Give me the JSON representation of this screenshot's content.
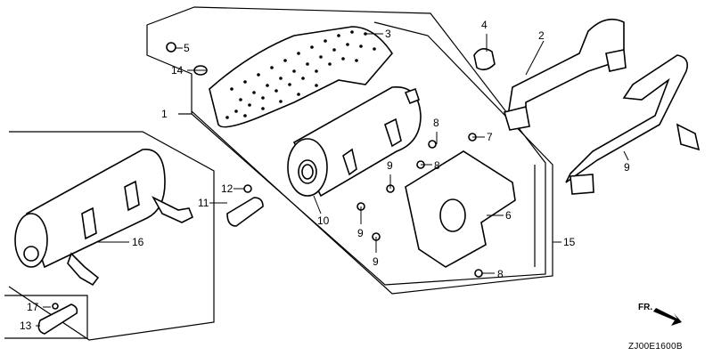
{
  "diagram_code": "ZJ00E1600B",
  "direction_label": "FR.",
  "callouts": [
    "1",
    "2",
    "3",
    "4",
    "5",
    "6",
    "7",
    "8",
    "8",
    "8",
    "9",
    "9",
    "9",
    "9",
    "10",
    "11",
    "12",
    "13",
    "14",
    "15",
    "16",
    "17"
  ]
}
